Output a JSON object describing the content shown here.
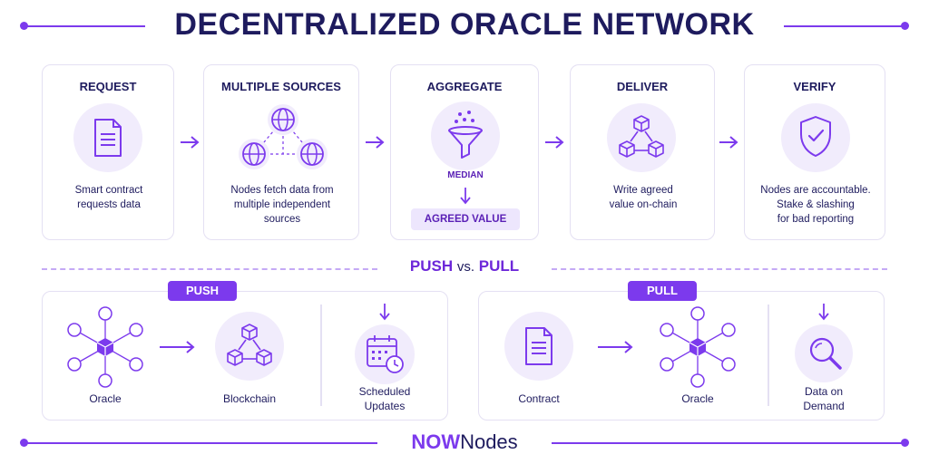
{
  "header": {
    "title": "DECENTRALIZED ORACLE NETWORK"
  },
  "steps": [
    {
      "title": "REQUEST",
      "icon": "document-icon",
      "desc_lines": [
        "Smart contract",
        "requests data"
      ]
    },
    {
      "title": "MULTIPLE SOURCES",
      "icon": "globe-network-icon",
      "desc_lines": [
        "Nodes fetch data from",
        "multiple independent",
        "sources"
      ]
    },
    {
      "title": "AGGREGATE",
      "icon": "funnel-icon",
      "median": "MEDIAN",
      "result": "AGREED VALUE"
    },
    {
      "title": "DELIVER",
      "icon": "cubes-icon",
      "desc_lines": [
        "Write agreed",
        "value on-chain"
      ]
    },
    {
      "title": "VERIFY",
      "icon": "shield-check-icon",
      "desc_lines": [
        "Nodes are accountable.",
        "Stake & slashing",
        "for bad reporting"
      ]
    }
  ],
  "comparison": {
    "push_word": "PUSH",
    "vs_word": "vs.",
    "pull_word": "PULL"
  },
  "push": {
    "tag": "PUSH",
    "items": [
      {
        "label": "Oracle",
        "icon": "oracle-hub-icon"
      },
      {
        "label": "Blockchain",
        "icon": "blockchain-icon"
      }
    ],
    "scheduled_lines": [
      "Scheduled",
      "Updates"
    ],
    "scheduled_icon": "calendar-clock-icon"
  },
  "pull": {
    "tag": "PULL",
    "items": [
      {
        "label": "Contract",
        "icon": "document-icon"
      },
      {
        "label": "Oracle",
        "icon": "oracle-hub-icon"
      }
    ],
    "demand_lines": [
      "Data on",
      "Demand"
    ],
    "demand_icon": "magnifier-icon"
  },
  "footer": {
    "brand_bold": "NOW",
    "brand_rest": "Nodes"
  },
  "colors": {
    "accent": "#7c3aed",
    "dark": "#1e1b5e",
    "soft": "#f1ecfc"
  }
}
